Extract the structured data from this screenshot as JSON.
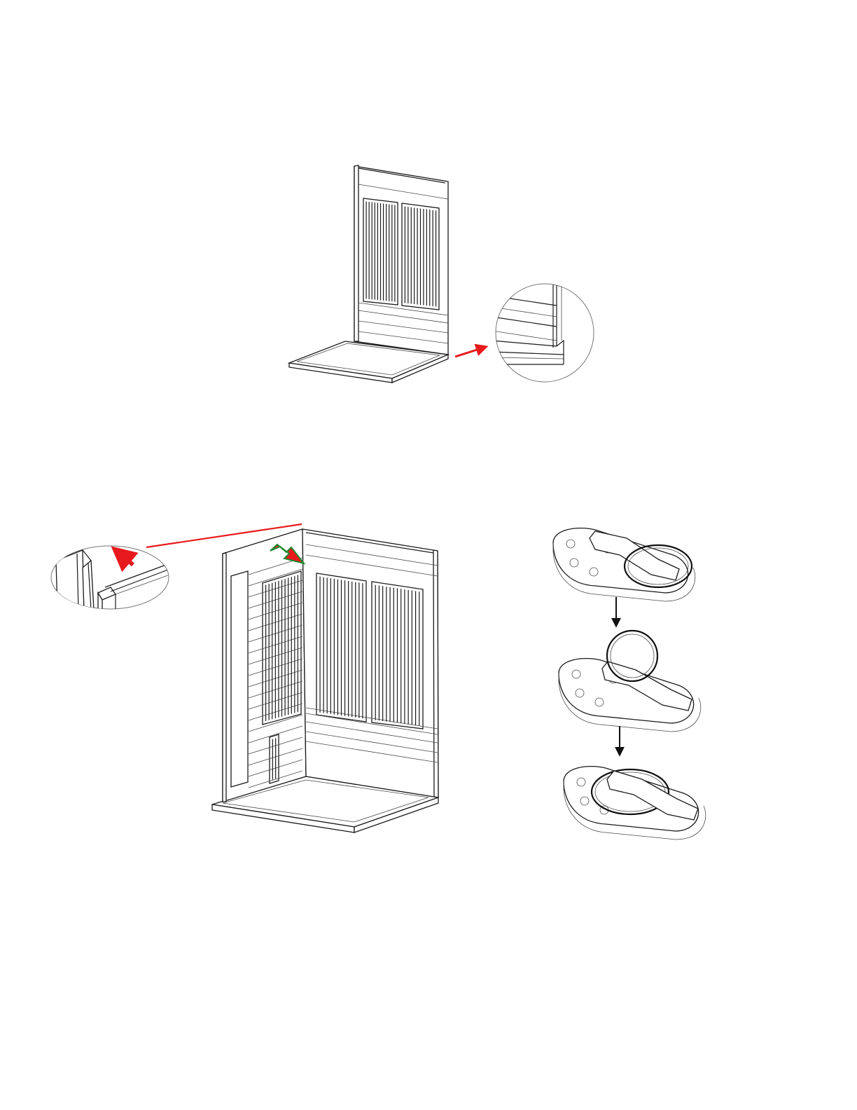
{
  "colors": {
    "arrow_red": "#e8191c",
    "arrow_outline_green": "#1f8a2e",
    "line_color": "#1a1a1a",
    "background": "#ffffff"
  },
  "figures": [
    {
      "name": "back-wall-on-floor",
      "detail": "zoom-circle-floor-joint",
      "arrow": "red-arrow"
    },
    {
      "name": "side-wall-assembly",
      "detail": "zoom-circle-top-joint",
      "arrow": "red-arrow-green-outline"
    },
    {
      "name": "latch-sequence",
      "steps": 3,
      "arrow": "black-down-arrow"
    }
  ]
}
